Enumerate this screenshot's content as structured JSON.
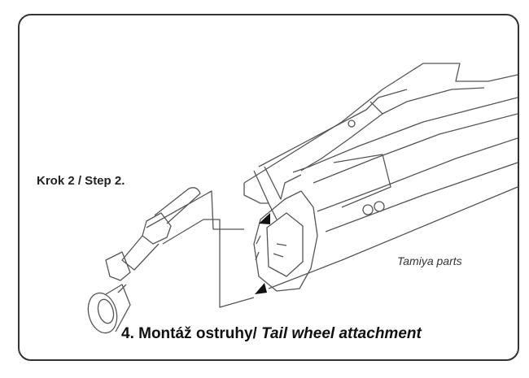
{
  "step_label": "Krok 2 / Step 2.",
  "parts_label": "Tamiya parts",
  "caption": {
    "czech": "4. Montáž ostruhy/ ",
    "english": "Tail wheel attachment"
  }
}
